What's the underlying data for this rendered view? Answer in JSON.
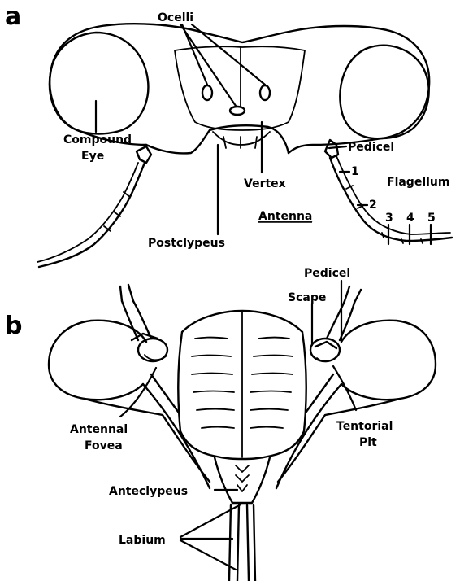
{
  "panels": {
    "a": {
      "letter": "a",
      "labels": {
        "ocelli": "Ocelli",
        "compound_eye_line1": "Compound",
        "compound_eye_line2": "Eye",
        "pedicel": "Pedicel",
        "vertex": "Vertex",
        "flagellum": "Flagellum",
        "antenna": "Antenna",
        "postclypeus": "Postclypeus",
        "segments": [
          "1",
          "2",
          "3",
          "4",
          "5"
        ]
      }
    },
    "b": {
      "letter": "b",
      "labels": {
        "pedicel": "Pedicel",
        "scape": "Scape",
        "antennal_fovea_line1": "Antennal",
        "antennal_fovea_line2": "Fovea",
        "tentorial_pit_line1": "Tentorial",
        "tentorial_pit_line2": "Pit",
        "anteclypeus": "Anteclypeus",
        "labium": "Labium"
      }
    }
  }
}
